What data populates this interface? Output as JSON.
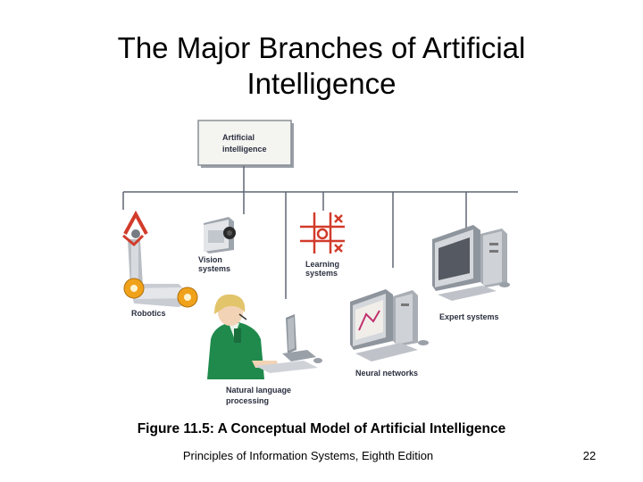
{
  "slide": {
    "title_line1": "The Major Branches of Artificial",
    "title_line2": "Intelligence",
    "caption": "Figure 11.5: A Conceptual Model of Artificial Intelligence",
    "footer": "Principles of Information Systems, Eighth Edition",
    "page_number": "22"
  },
  "diagram": {
    "root": {
      "line1": "Artificial",
      "line2": "intelligence"
    },
    "branches": {
      "robotics": "Robotics",
      "vision_line1": "Vision",
      "vision_line2": "systems",
      "learning_line1": "Learning",
      "learning_line2": "systems",
      "expert": "Expert systems",
      "neural": "Neural networks",
      "nlp_line1": "Natural language",
      "nlp_line2": "processing"
    },
    "colors": {
      "connector": "#5f6673",
      "accent_red": "#d23b2a",
      "shirt_green": "#1f8a4c",
      "hair": "#e2c46a"
    }
  }
}
